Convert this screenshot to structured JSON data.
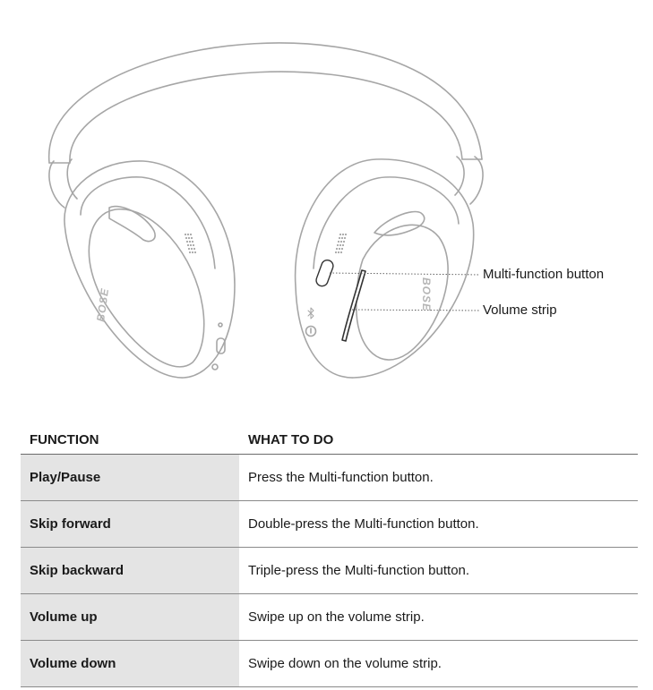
{
  "callouts": {
    "multifunction_button": "Multi-function button",
    "volume_strip": "Volume strip"
  },
  "table": {
    "headers": [
      "FUNCTION",
      "WHAT TO DO"
    ],
    "rows": [
      {
        "function": "Play/Pause",
        "action": "Press the Multi-function button."
      },
      {
        "function": "Skip forward",
        "action": "Double-press the Multi-function button."
      },
      {
        "function": "Skip backward",
        "action": "Triple-press the Multi-function button."
      },
      {
        "function": "Volume up",
        "action": "Swipe up on the volume strip."
      },
      {
        "function": "Volume down",
        "action": "Swipe down on the volume strip."
      }
    ]
  },
  "illustration": {
    "left_cup_logo": "BOSE",
    "right_cup_logo": "BOSE"
  },
  "colors": {
    "line_art": "#a6a6a6",
    "function_column_bg": "#e4e4e4",
    "text": "#1a1a1a"
  }
}
